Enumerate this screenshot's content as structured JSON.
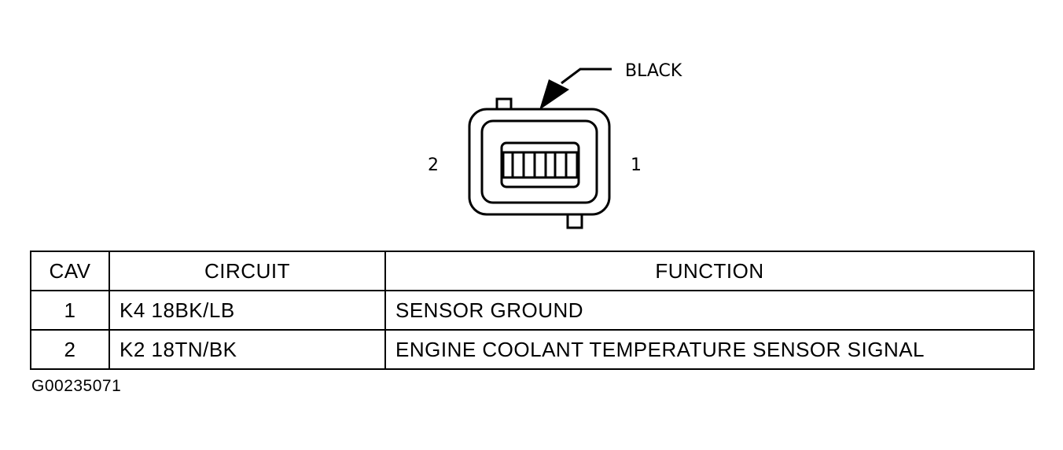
{
  "connector": {
    "color_label": "BLACK",
    "cavity_left_label": "2",
    "cavity_right_label": "1"
  },
  "table": {
    "headers": [
      "CAV",
      "CIRCUIT",
      "FUNCTION"
    ],
    "rows": [
      {
        "cav": "1",
        "circuit": "K4 18BK/LB",
        "function": "SENSOR GROUND"
      },
      {
        "cav": "2",
        "circuit": "K2 18TN/BK",
        "function": "ENGINE COOLANT TEMPERATURE SENSOR SIGNAL"
      }
    ]
  },
  "figure_id": "G00235071"
}
